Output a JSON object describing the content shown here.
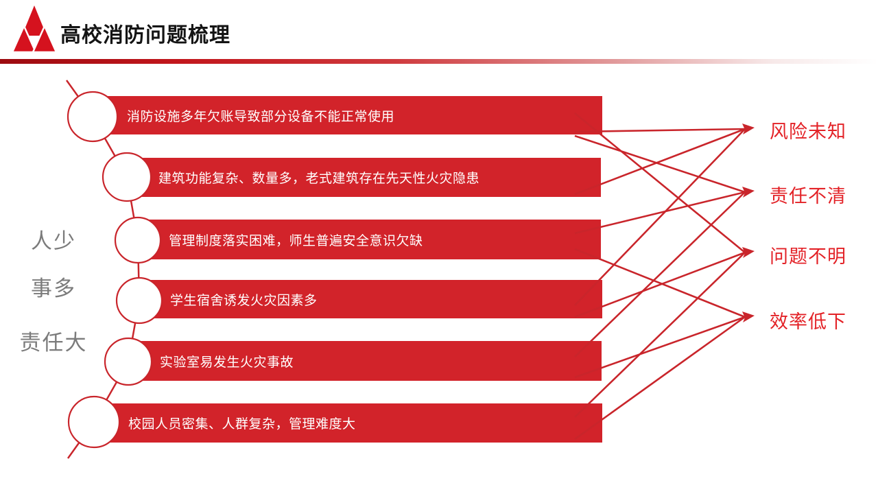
{
  "header": {
    "title": "高校消防问题梳理",
    "logo": "triple-triangle-logo"
  },
  "left_labels": [
    {
      "text": "人少"
    },
    {
      "text": "事多"
    },
    {
      "text": "责任大"
    }
  ],
  "bars": [
    {
      "text": "消防设施多年欠账导致部分设备不能正常使用"
    },
    {
      "text": "建筑功能复杂、数量多，老式建筑存在先天性火灾隐患"
    },
    {
      "text": "管理制度落实困难，师生普遍安全意识欠缺"
    },
    {
      "text": "学生宿舍诱发火灾因素多"
    },
    {
      "text": "实验室易发生火灾事故"
    },
    {
      "text": "校园人员密集、人群复杂，管理难度大"
    }
  ],
  "right_labels": [
    {
      "text": "风险未知"
    },
    {
      "text": "责任不清"
    },
    {
      "text": "问题不明"
    },
    {
      "text": "效率低下"
    }
  ],
  "colors": {
    "primary_red": "#d2232a",
    "right_label_red": "#e32227",
    "left_label_gray": "#7b7b7b",
    "title_black": "#141414"
  }
}
